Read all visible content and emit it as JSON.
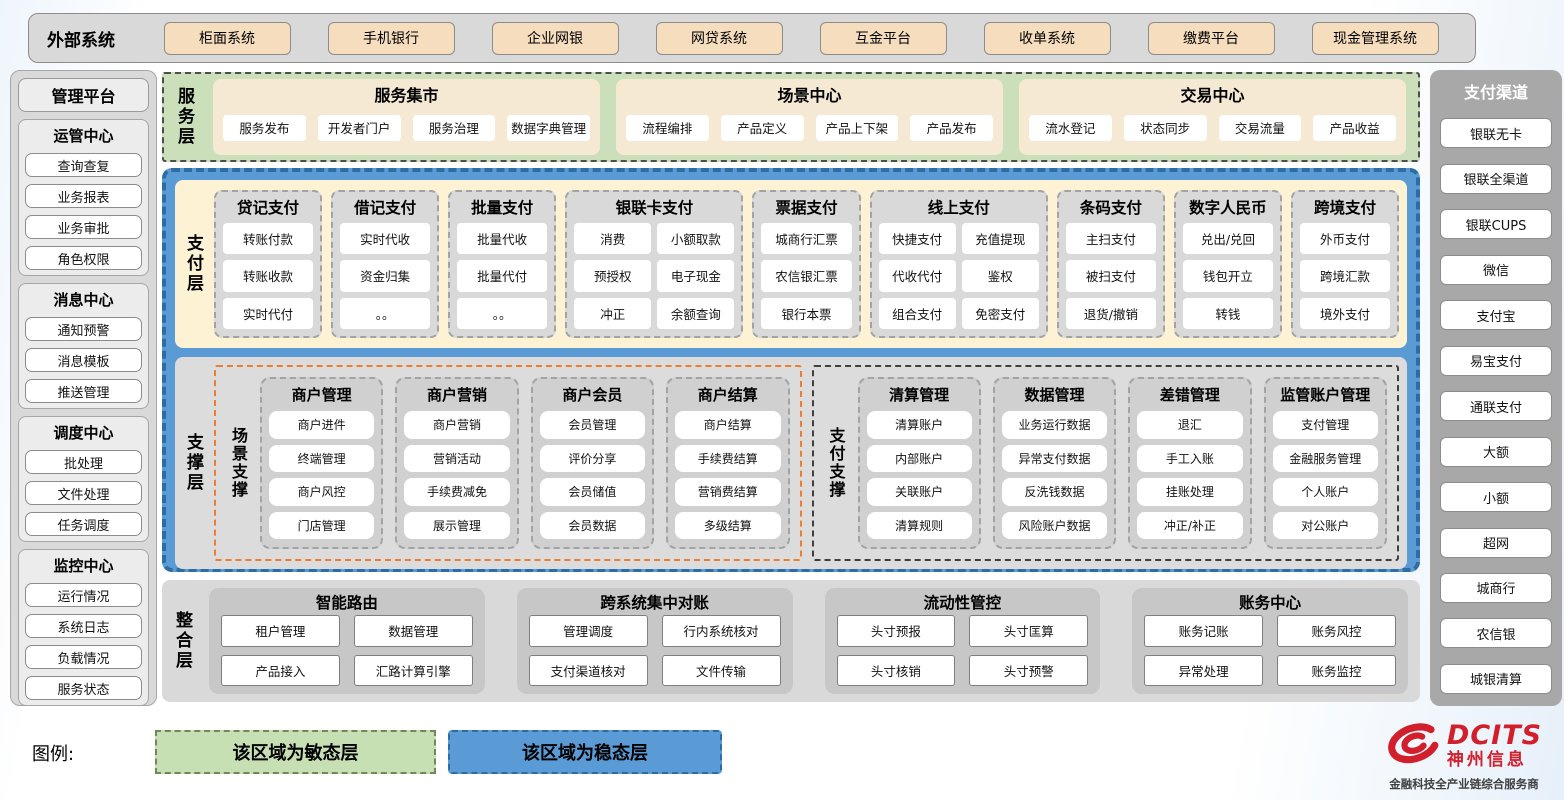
{
  "colors": {
    "agile_green": "#c6e0b4",
    "stable_blue": "#5b9bd5",
    "brand_red": "#d21f2c"
  },
  "external": {
    "label": "外部系统",
    "items": [
      "柜面系统",
      "手机银行",
      "企业网银",
      "网贷系统",
      "互金平台",
      "收单系统",
      "缴费平台",
      "现金管理系统"
    ]
  },
  "management": {
    "title": "管理平台",
    "sections": [
      {
        "title": "运管中心",
        "items": [
          "查询查复",
          "业务报表",
          "业务审批",
          "角色权限"
        ]
      },
      {
        "title": "消息中心",
        "items": [
          "通知预警",
          "消息模板",
          "推送管理"
        ]
      },
      {
        "title": "调度中心",
        "items": [
          "批处理",
          "文件处理",
          "任务调度"
        ]
      },
      {
        "title": "监控中心",
        "items": [
          "运行情况",
          "系统日志",
          "负载情况",
          "服务状态"
        ]
      }
    ]
  },
  "service_layer": {
    "label": "服务层",
    "groups": [
      {
        "title": "服务集市",
        "items": [
          "服务发布",
          "开发者门户",
          "服务治理",
          "数据字典管理"
        ]
      },
      {
        "title": "场景中心",
        "items": [
          "流程编排",
          "产品定义",
          "产品上下架",
          "产品发布"
        ]
      },
      {
        "title": "交易中心",
        "items": [
          "流水登记",
          "状态同步",
          "交易流量",
          "产品收益"
        ]
      }
    ]
  },
  "payment_layer": {
    "label": "支付层",
    "columns": [
      {
        "title": "贷记支付",
        "wide": false,
        "items": [
          "转账付款",
          "转账收款",
          "实时代付"
        ]
      },
      {
        "title": "借记支付",
        "wide": false,
        "items": [
          "实时代收",
          "资金归集",
          "。。"
        ]
      },
      {
        "title": "批量支付",
        "wide": false,
        "items": [
          "批量代收",
          "批量代付",
          "。。"
        ]
      },
      {
        "title": "银联卡支付",
        "wide": true,
        "items": [
          "消费",
          "小额取款",
          "预授权",
          "电子现金",
          "冲正",
          "余额查询"
        ]
      },
      {
        "title": "票据支付",
        "wide": false,
        "items": [
          "城商行汇票",
          "农信银汇票",
          "银行本票"
        ]
      },
      {
        "title": "线上支付",
        "wide": true,
        "items": [
          "快捷支付",
          "充值提现",
          "代收代付",
          "鉴权",
          "组合支付",
          "免密支付"
        ]
      },
      {
        "title": "条码支付",
        "wide": false,
        "items": [
          "主扫支付",
          "被扫支付",
          "退货/撤销"
        ]
      },
      {
        "title": "数字人民币",
        "wide": false,
        "items": [
          "兑出/兑回",
          "钱包开立",
          "转钱"
        ]
      },
      {
        "title": "跨境支付",
        "wide": false,
        "items": [
          "外币支付",
          "跨境汇款",
          "境外支付"
        ]
      }
    ]
  },
  "support_layer": {
    "label": "支撑层",
    "groups": [
      {
        "label": "场景支撑",
        "style": "orange",
        "columns": [
          {
            "title": "商户管理",
            "items": [
              "商户进件",
              "终端管理",
              "商户风控",
              "门店管理"
            ]
          },
          {
            "title": "商户营销",
            "items": [
              "商户营销",
              "营销活动",
              "手续费减免",
              "展示管理"
            ]
          },
          {
            "title": "商户会员",
            "items": [
              "会员管理",
              "评价分享",
              "会员储值",
              "会员数据"
            ]
          },
          {
            "title": "商户结算",
            "items": [
              "商户结算",
              "手续费结算",
              "营销费结算",
              "多级结算"
            ]
          }
        ]
      },
      {
        "label": "支付支撑",
        "style": "dark",
        "columns": [
          {
            "title": "清算管理",
            "items": [
              "清算账户",
              "内部账户",
              "关联账户",
              "清算规则"
            ]
          },
          {
            "title": "数据管理",
            "items": [
              "业务运行数据",
              "异常支付数据",
              "反洗钱数据",
              "风险账户数据"
            ]
          },
          {
            "title": "差错管理",
            "items": [
              "退汇",
              "手工入账",
              "挂账处理",
              "冲正/补正"
            ]
          },
          {
            "title": "监管账户管理",
            "items": [
              "支付管理",
              "金融服务管理",
              "个人账户",
              "对公账户"
            ]
          }
        ]
      }
    ]
  },
  "integration_layer": {
    "label": "整合层",
    "groups": [
      {
        "title": "智能路由",
        "items": [
          "租户管理",
          "数据管理",
          "产品接入",
          "汇路计算引擎"
        ]
      },
      {
        "title": "跨系统集中对账",
        "items": [
          "管理调度",
          "行内系统核对",
          "支付渠道核对",
          "文件传输"
        ]
      },
      {
        "title": "流动性管控",
        "items": [
          "头寸预报",
          "头寸匡算",
          "头寸核销",
          "头寸预警"
        ]
      },
      {
        "title": "账务中心",
        "items": [
          "账务记账",
          "账务风控",
          "异常处理",
          "账务监控"
        ]
      }
    ]
  },
  "channels": {
    "title": "支付渠道",
    "items": [
      "银联无卡",
      "银联全渠道",
      "银联CUPS",
      "微信",
      "支付宝",
      "易宝支付",
      "通联支付",
      "大额",
      "小额",
      "超网",
      "城商行",
      "农信银",
      "城银清算"
    ]
  },
  "legend": {
    "label": "图例:",
    "agile": "该区域为敏态层",
    "stable": "该区域为稳态层"
  },
  "logo": {
    "brand": "DCITS",
    "name": "神州信息",
    "tagline": "金融科技全产业链综合服务商"
  }
}
